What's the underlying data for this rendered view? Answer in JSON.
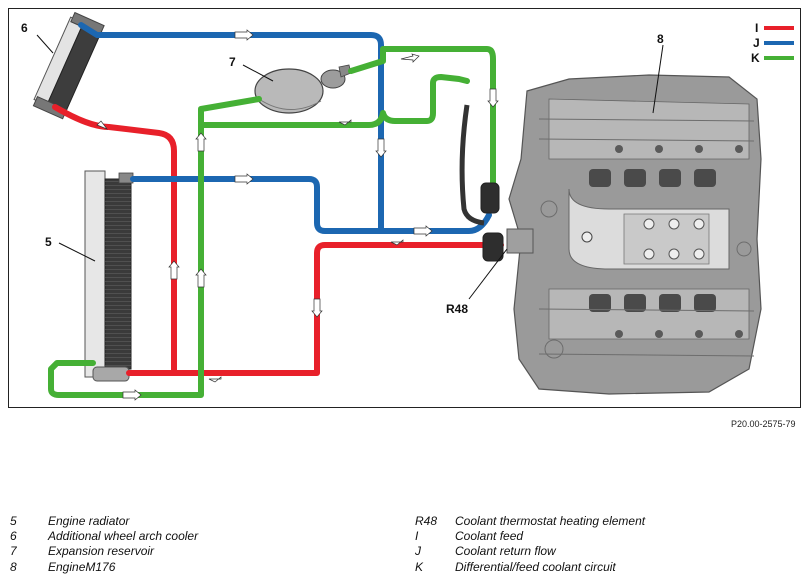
{
  "callouts": {
    "c6": "6",
    "c7": "7",
    "c8": "8",
    "c5": "5",
    "cR48": "R48"
  },
  "legend": [
    {
      "letter": "I",
      "color": "#e8202a"
    },
    {
      "letter": "J",
      "color": "#1c67b1"
    },
    {
      "letter": "K",
      "color": "#45b035"
    }
  ],
  "colors": {
    "feed": "#e8202a",
    "return": "#1c67b1",
    "circuit": "#45b035"
  },
  "reference_code": "P20.00-2575-79",
  "captions": {
    "left": [
      {
        "key": "5",
        "text": "Engine radiator"
      },
      {
        "key": "6",
        "text": "Additional wheel arch cooler"
      },
      {
        "key": "7",
        "text": "Expansion reservoir"
      },
      {
        "key": "8",
        "text": "EngineM176"
      }
    ],
    "right": [
      {
        "key": "R48",
        "text": "Coolant thermostat heating element"
      },
      {
        "key": "I",
        "text": "Coolant feed"
      },
      {
        "key": "J",
        "text": "Coolant return flow"
      },
      {
        "key": "K",
        "text": "Differential/feed coolant circuit"
      }
    ]
  }
}
